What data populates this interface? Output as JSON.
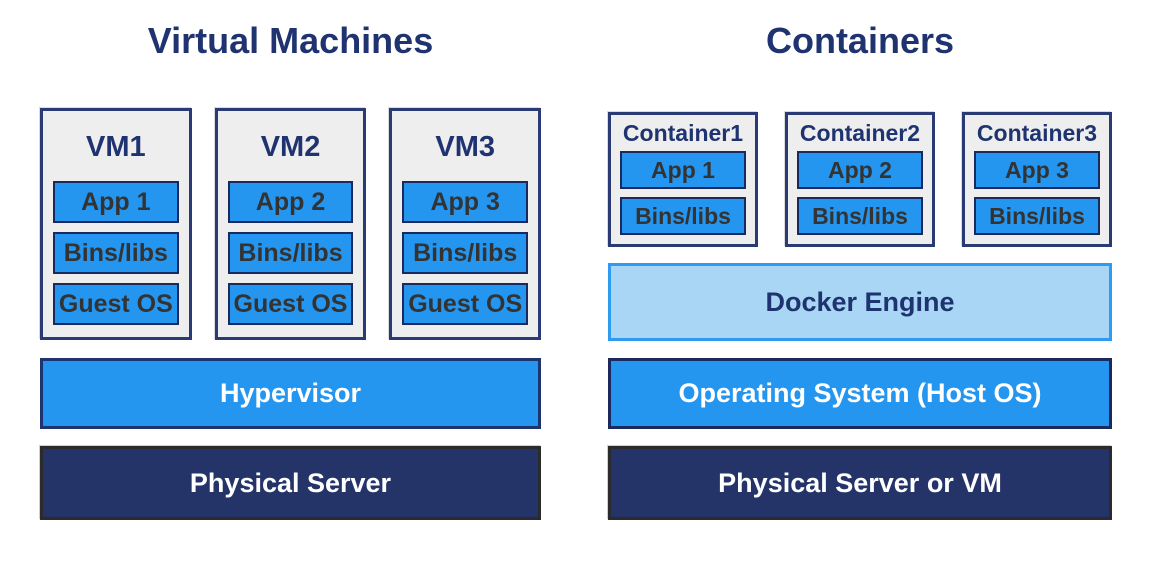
{
  "colors": {
    "navy_text": "#1f3370",
    "box_border": "#2a3a74",
    "box_bg": "#eeeeee",
    "blue_fill": "#2596f0",
    "blue_border": "#1b2a5e",
    "inner_text": "#333333",
    "light_blue_fill": "#a8d6f4",
    "light_blue_border": "#2e9af0",
    "dark_navy_fill": "#243469",
    "dark_border": "#2b2b2b"
  },
  "left": {
    "title": "Virtual Machines",
    "vms": [
      {
        "name": "VM1",
        "layers": [
          "App 1",
          "Bins/libs",
          "Guest OS"
        ]
      },
      {
        "name": "VM2",
        "layers": [
          "App 2",
          "Bins/libs",
          "Guest OS"
        ]
      },
      {
        "name": "VM3",
        "layers": [
          "App 3",
          "Bins/libs",
          "Guest OS"
        ]
      }
    ],
    "hypervisor_label": "Hypervisor",
    "physical_label": "Physical Server"
  },
  "right": {
    "title": "Containers",
    "containers": [
      {
        "name": "Container1",
        "layers": [
          "App 1",
          "Bins/libs"
        ]
      },
      {
        "name": "Container2",
        "layers": [
          "App 2",
          "Bins/libs"
        ]
      },
      {
        "name": "Container3",
        "layers": [
          "App 3",
          "Bins/libs"
        ]
      }
    ],
    "docker_label": "Docker Engine",
    "os_label": "Operating System (Host OS)",
    "physical_label": "Physical Server or VM"
  }
}
